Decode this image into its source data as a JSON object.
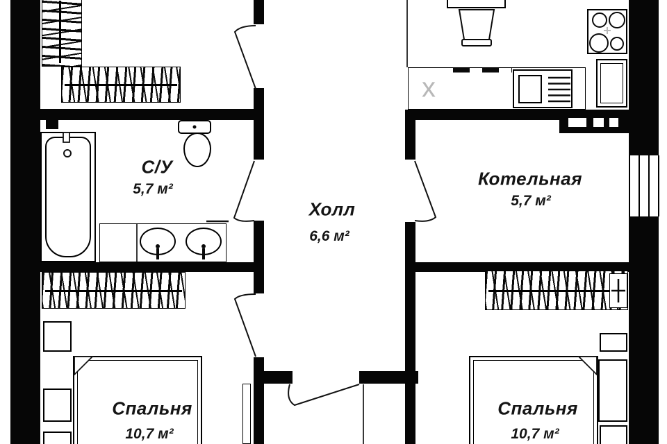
{
  "rooms": {
    "bathroom": {
      "name": "С/У",
      "area": "5,7 м²"
    },
    "hall": {
      "name": "Холл",
      "area": "6,6 м²"
    },
    "boiler": {
      "name": "Котельная",
      "area": "5,7 м²"
    },
    "bedroom_left": {
      "name": "Спальня",
      "area": "10,7 м²"
    },
    "bedroom_right": {
      "name": "Спальня",
      "area": "10,7 м²"
    }
  },
  "marks": {
    "kitchen_sink": "x"
  },
  "colors": {
    "wall": "#060606",
    "text": "#151515",
    "fixture_gray": "#b8b8b8",
    "background": "#ffffff"
  }
}
